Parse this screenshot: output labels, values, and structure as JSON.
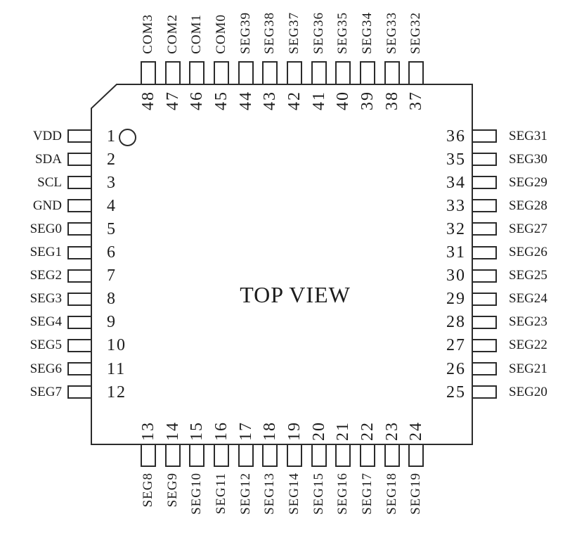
{
  "diagram": {
    "title": "TOP VIEW",
    "type": "IC package pinout, 48 pins, top view",
    "colors": {
      "line": "#2b2b2b",
      "text": "#1c1c1c",
      "background": "#ffffff"
    }
  },
  "pins": {
    "left": [
      {
        "num": "1",
        "label": "VDD"
      },
      {
        "num": "2",
        "label": "SDA"
      },
      {
        "num": "3",
        "label": "SCL"
      },
      {
        "num": "4",
        "label": "GND"
      },
      {
        "num": "5",
        "label": "SEG0"
      },
      {
        "num": "6",
        "label": "SEG1"
      },
      {
        "num": "7",
        "label": "SEG2"
      },
      {
        "num": "8",
        "label": "SEG3"
      },
      {
        "num": "9",
        "label": "SEG4"
      },
      {
        "num": "10",
        "label": "SEG5"
      },
      {
        "num": "11",
        "label": "SEG6"
      },
      {
        "num": "12",
        "label": "SEG7"
      }
    ],
    "right": [
      {
        "num": "36",
        "label": "SEG31"
      },
      {
        "num": "35",
        "label": "SEG30"
      },
      {
        "num": "34",
        "label": "SEG29"
      },
      {
        "num": "33",
        "label": "SEG28"
      },
      {
        "num": "32",
        "label": "SEG27"
      },
      {
        "num": "31",
        "label": "SEG26"
      },
      {
        "num": "30",
        "label": "SEG25"
      },
      {
        "num": "29",
        "label": "SEG24"
      },
      {
        "num": "28",
        "label": "SEG23"
      },
      {
        "num": "27",
        "label": "SEG22"
      },
      {
        "num": "26",
        "label": "SEG21"
      },
      {
        "num": "25",
        "label": "SEG20"
      }
    ],
    "top": [
      {
        "num": "48",
        "label": "COM3"
      },
      {
        "num": "47",
        "label": "COM2"
      },
      {
        "num": "46",
        "label": "COM1"
      },
      {
        "num": "45",
        "label": "COM0"
      },
      {
        "num": "44",
        "label": "SEG39"
      },
      {
        "num": "43",
        "label": "SEG38"
      },
      {
        "num": "42",
        "label": "SEG37"
      },
      {
        "num": "41",
        "label": "SEG36"
      },
      {
        "num": "40",
        "label": "SEG35"
      },
      {
        "num": "39",
        "label": "SEG34"
      },
      {
        "num": "38",
        "label": "SEG33"
      },
      {
        "num": "37",
        "label": "SEG32"
      }
    ],
    "bottom": [
      {
        "num": "13",
        "label": "SEG8"
      },
      {
        "num": "14",
        "label": "SEG9"
      },
      {
        "num": "15",
        "label": "SEG10"
      },
      {
        "num": "16",
        "label": "SEG11"
      },
      {
        "num": "17",
        "label": "SEG12"
      },
      {
        "num": "18",
        "label": "SEG13"
      },
      {
        "num": "19",
        "label": "SEG14"
      },
      {
        "num": "20",
        "label": "SEG15"
      },
      {
        "num": "21",
        "label": "SEG16"
      },
      {
        "num": "22",
        "label": "SEG17"
      },
      {
        "num": "23",
        "label": "SEG18"
      },
      {
        "num": "24",
        "label": "SEG19"
      }
    ]
  }
}
